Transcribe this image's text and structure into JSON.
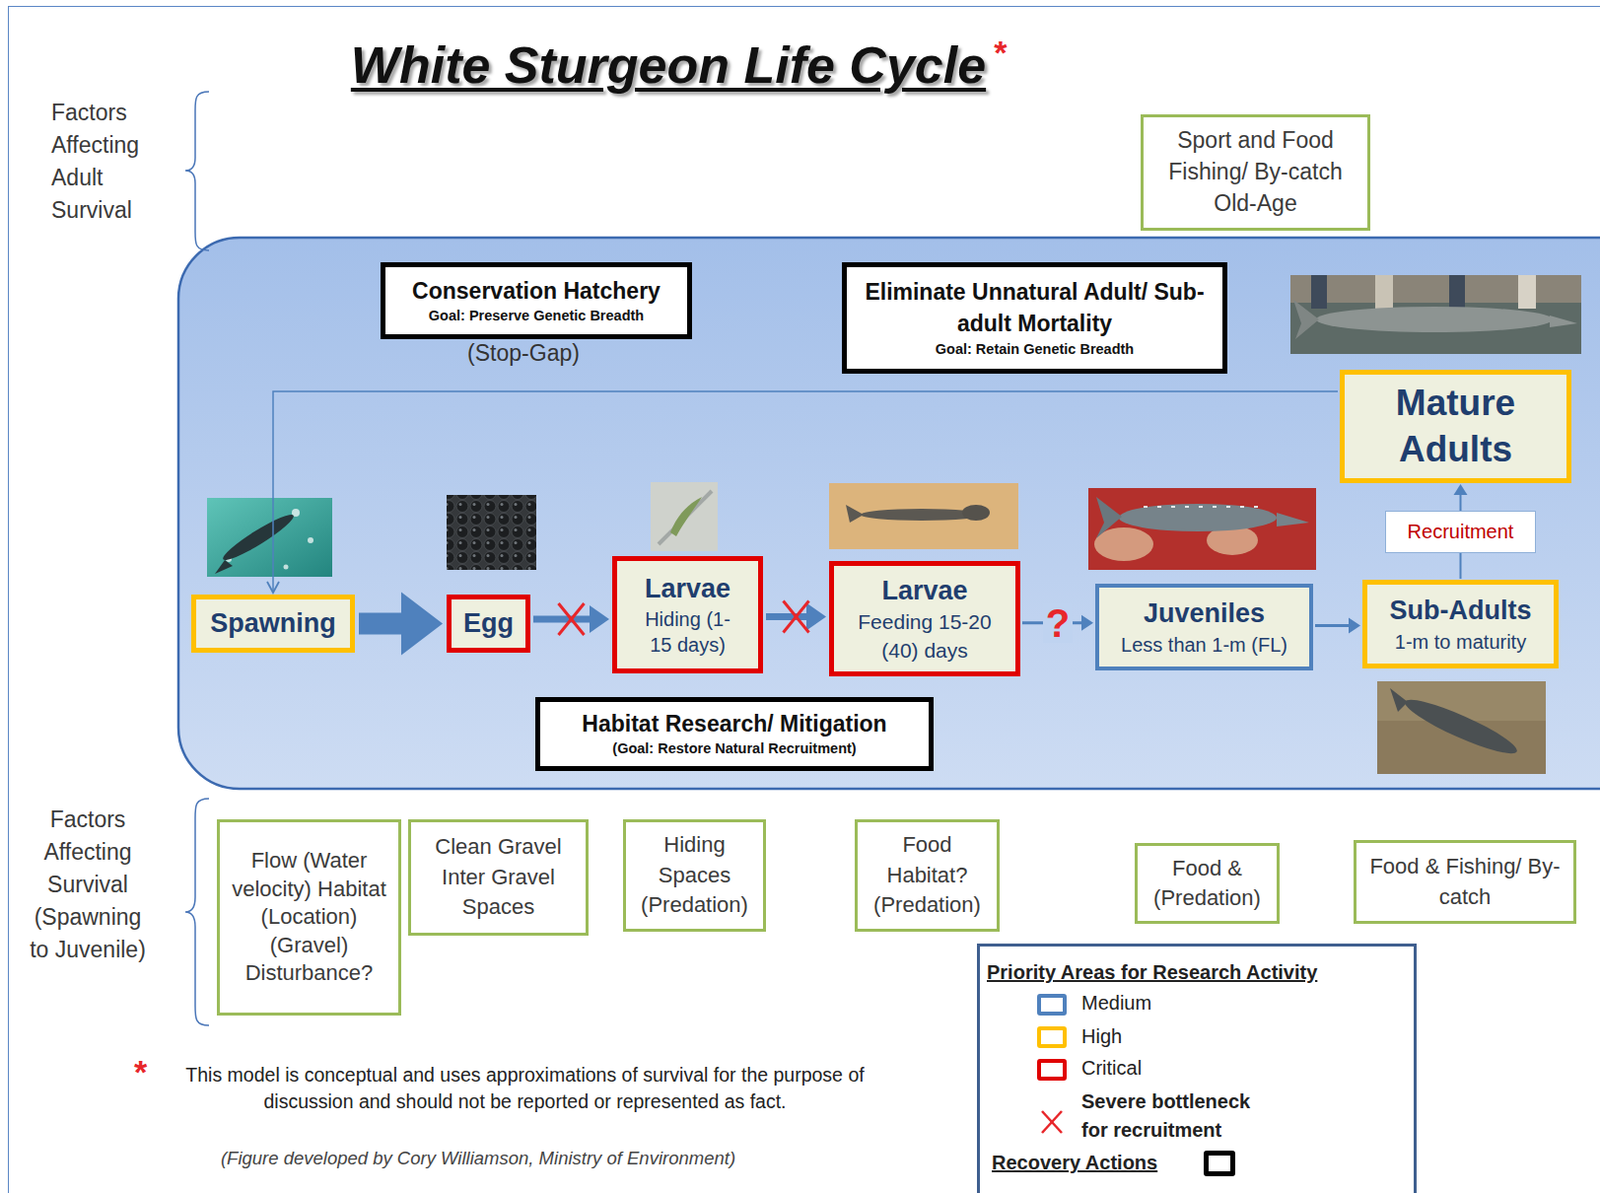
{
  "diagram": {
    "title": "White Sturgeon Life Cycle",
    "nodes": [
      {
        "text": [
          "Sport and Food Fishing/ By-catch Old-Age"
        ]
      },
      {
        "text": [
          "Conservation Hatchery",
          "Goal: Preserve Genetic Breadth"
        ]
      },
      {
        "text": [
          "Eliminate Unnatural Adult/ Sub-adult Mortality",
          "Goal: Retain Genetic Breadth"
        ]
      },
      {
        "text": [
          "Mature Adults"
        ]
      },
      {
        "text": [
          "Spawning"
        ]
      },
      {
        "text": [
          "Egg"
        ]
      },
      {
        "text": [
          "Larvae",
          "Hiding (1-15 days)"
        ]
      },
      {
        "text": [
          "Larvae",
          "Feeding 15-20 (40) days"
        ]
      },
      {
        "text": [
          "Juveniles",
          "Less than 1-m (FL)"
        ]
      },
      {
        "text": [
          "Sub-Adults",
          "1-m to maturity"
        ]
      },
      {
        "text": [
          "Habitat Research/ Mitigation",
          "(Goal: Restore Natural Recruitment)"
        ]
      },
      {
        "text": [
          "Flow (Water velocity) Habitat (Location) (Gravel) Disturbance?"
        ]
      },
      {
        "text": [
          "Clean Gravel Inter Gravel Spaces"
        ]
      },
      {
        "text": [
          "Hiding Spaces (Predation)"
        ]
      },
      {
        "text": [
          "Food Habitat? (Predation)"
        ]
      },
      {
        "text": [
          "Food & (Predation)"
        ]
      },
      {
        "text": [
          "Food & Fishing/ By-catch"
        ]
      }
    ],
    "edges": [
      {
        "from": 4,
        "to": 5,
        "arrow": "to"
      },
      {
        "from": 5,
        "to": 6,
        "arrow": "to"
      },
      {
        "from": 6,
        "to": 7,
        "arrow": "to"
      },
      {
        "from": 7,
        "to": 8,
        "arrow": "to",
        "label": "?"
      },
      {
        "from": 8,
        "to": 9,
        "arrow": "to"
      },
      {
        "from": 9,
        "to": 3,
        "arrow": "to",
        "label": "Recruitment"
      },
      {
        "from": 3,
        "to": 4,
        "arrow": "to"
      }
    ],
    "labels": [
      "*",
      "Factors Affecting Adult Survival",
      "(Stop-Gap)",
      "Factors Affecting Survival (Spawning to Juvenile)",
      "*",
      "This model is conceptual and uses approximations of survival for the purpose of discussion and should not be reported or represented as fact.",
      "(Figure developed by Cory Williamson, Ministry of Environment)",
      "Priority Areas for Research Activity"
    ],
    "legend": [
      {
        "text": "Medium",
        "color": "#4f81bd"
      },
      {
        "text": "High",
        "color": "#ffc000"
      },
      {
        "text": "Critical",
        "color": "#e00000"
      },
      {
        "text": "Severe bottleneck for recruitment"
      },
      {
        "text": "Recovery Actions",
        "color": "#000000"
      }
    ]
  }
}
